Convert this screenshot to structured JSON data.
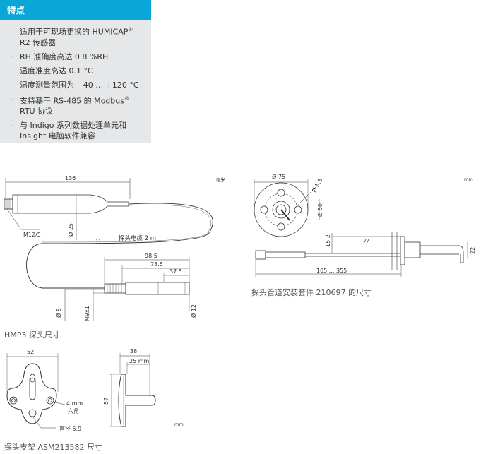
{
  "features": {
    "title": "特点",
    "items": [
      {
        "line1": "适用于可现场更换的 HUMICAP",
        "sup": "®",
        "line2": "R2 传感器"
      },
      {
        "line1": "RH 准确度高达 0.8 %RH",
        "sup": "",
        "line2": ""
      },
      {
        "line1": "温度准度高达 0.1 °C",
        "sup": "",
        "line2": ""
      },
      {
        "line1": "温度测量范围为 −40 … +120 °C",
        "sup": "",
        "line2": ""
      },
      {
        "line1": "支持基于 RS-485 的 Modbus",
        "sup": "®",
        "line2": "RTU 协议"
      },
      {
        "line1": "与 Indigo 系列数据处理单元和",
        "sup": "",
        "line2": "Insight 电脑软件兼容"
      }
    ]
  },
  "probe_drawing": {
    "caption": "HMP3 探头尺寸",
    "unit": "毫米",
    "dim_total": "136",
    "dim_connector": "M12/5",
    "dim_body_dia": "Ø 25",
    "cable_label": "探头电缆 2 m",
    "dim_985": "98.5",
    "dim_785": "78.5",
    "dim_375": "37.5",
    "dim_5": "Ø 5",
    "dim_m9": "M9x1",
    "dim_12": "Ø 12"
  },
  "duct_drawing": {
    "caption": "探头管道安装套件 210697 的尺寸",
    "unit": "mm",
    "dim_75": "Ø 75",
    "dim_55": "Ø 5.5",
    "dim_50": "Ø 50",
    "dim_152": "15.2",
    "dim_22": "22",
    "dim_range": "105 ... 355"
  },
  "bracket_drawing": {
    "caption": "探头支架 ASM213582 尺寸",
    "unit": "mm",
    "dim_52": "52",
    "dim_4mm": "4 mm",
    "dim_hex": "六角",
    "dim_dia59": "直径 5.9",
    "dim_38": "38",
    "dim_25mm": "25 mm",
    "dim_57": "57"
  }
}
